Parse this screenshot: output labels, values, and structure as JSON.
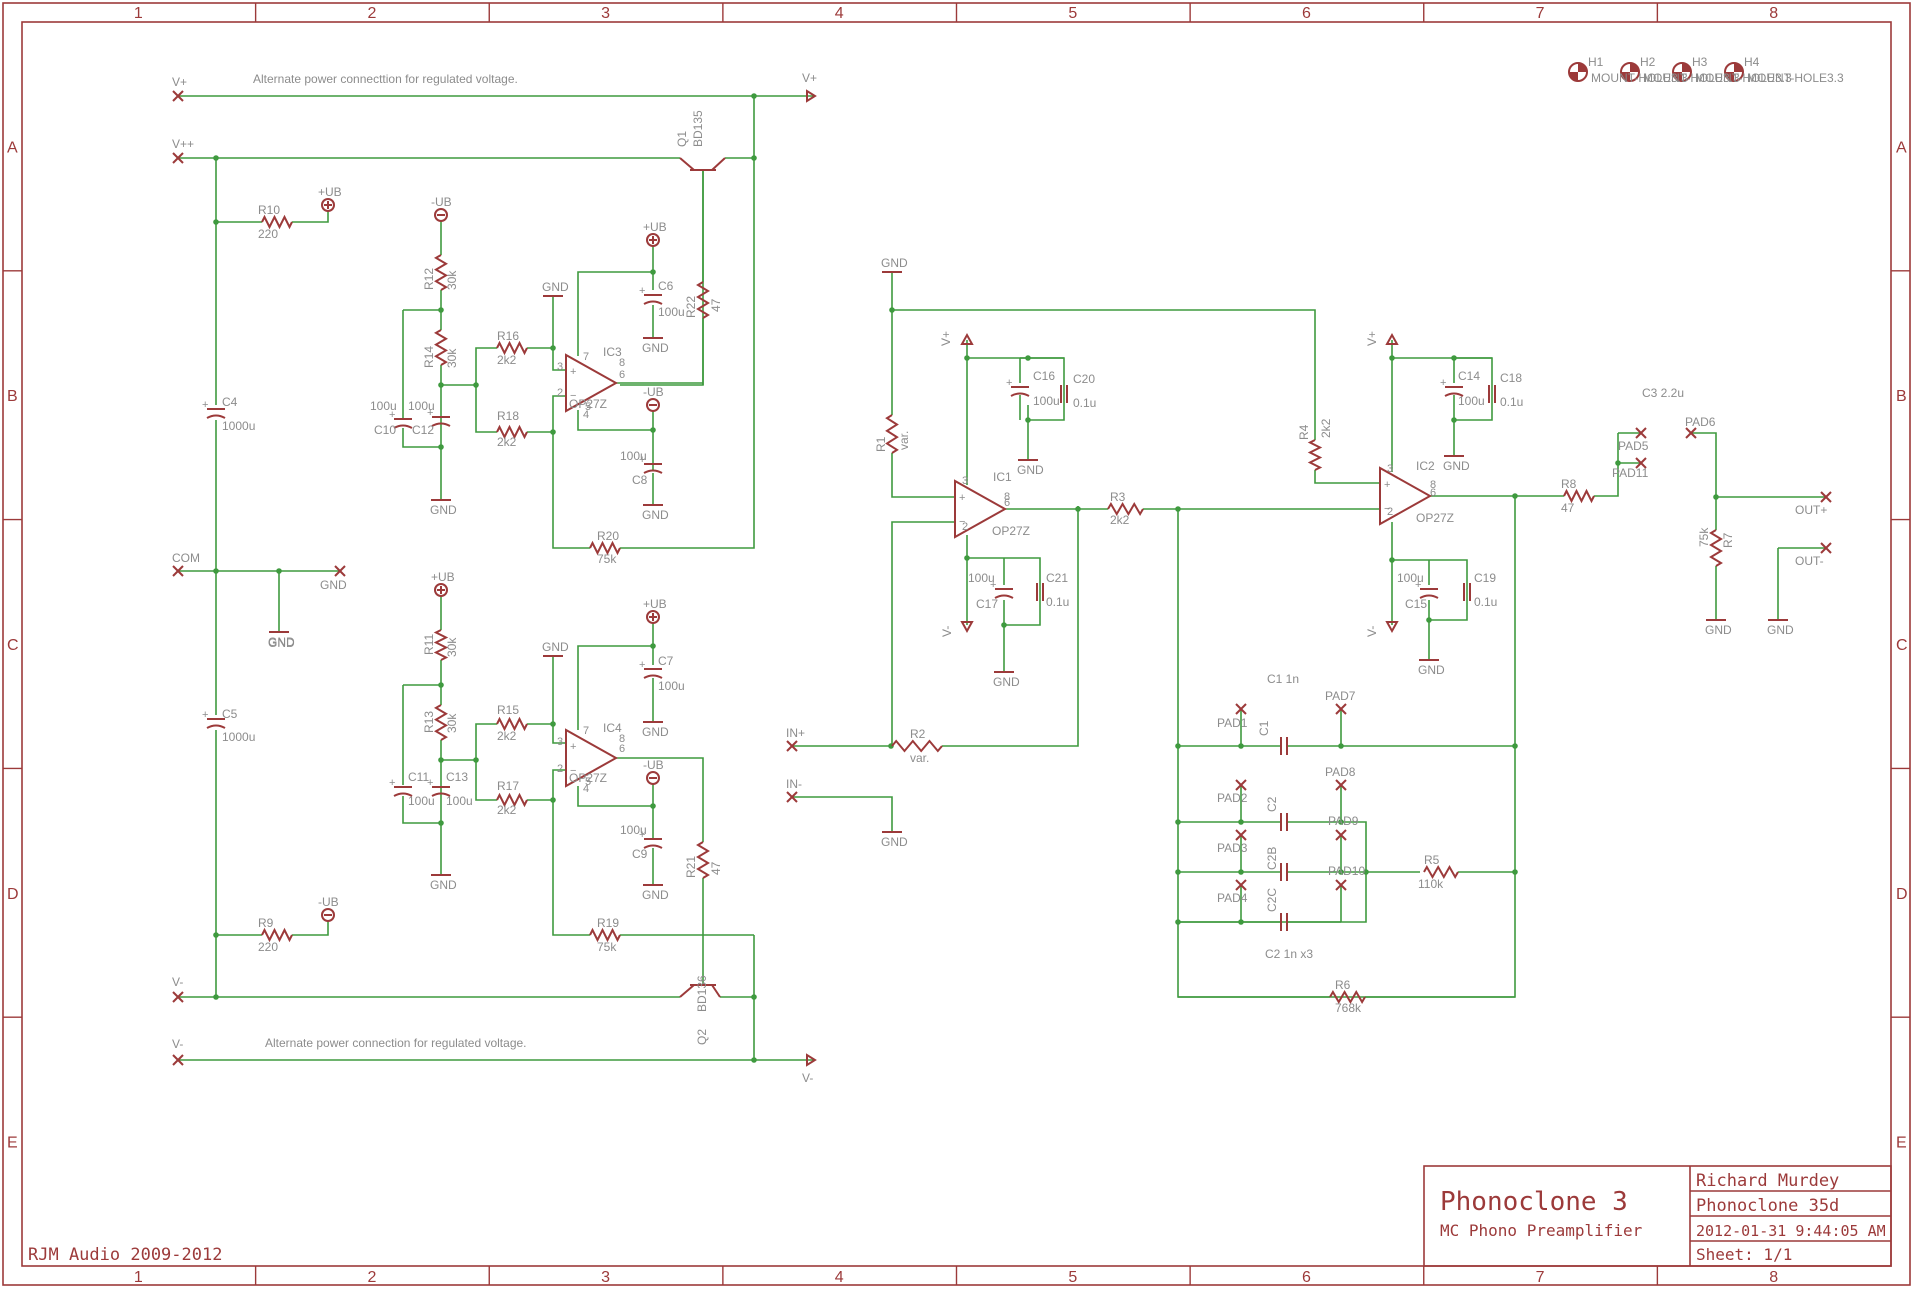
{
  "frame": {
    "columns": [
      "1",
      "2",
      "3",
      "4",
      "5",
      "6",
      "7",
      "8"
    ],
    "rows": [
      "A",
      "B",
      "C",
      "D",
      "E"
    ]
  },
  "colors": {
    "frame": "#9c3a3a",
    "wire": "#3f9a3f",
    "label": "#8c8c8c"
  },
  "power": {
    "v_plus": "V+",
    "v_pp": "V++",
    "com": "COM",
    "v_minus": "V-",
    "gnd": "GND",
    "ub_plus": "+UB",
    "ub_minus": "-UB",
    "note_top": "Alternate power connecttion for regulated voltage.",
    "note_bottom": "Alternate power connection for regulated voltage."
  },
  "transistors": {
    "q1": {
      "name": "Q1",
      "value": "BD135"
    },
    "q2": {
      "name": "Q2",
      "value": "BD136"
    }
  },
  "opamps": {
    "ic1": {
      "name": "IC1",
      "value": "OP27Z"
    },
    "ic2": {
      "name": "IC2",
      "value": "OP27Z"
    },
    "ic3": {
      "name": "IC3",
      "value": "OP27Z"
    },
    "ic4": {
      "name": "IC4",
      "value": "OP27Z"
    }
  },
  "resistors": {
    "r1": {
      "name": "R1",
      "value": "var."
    },
    "r2": {
      "name": "R2",
      "value": "var."
    },
    "r3": {
      "name": "R3",
      "value": "2k2"
    },
    "r4": {
      "name": "R4",
      "value": "2k2"
    },
    "r5": {
      "name": "R5",
      "value": "110k"
    },
    "r6": {
      "name": "R6",
      "value": "768k"
    },
    "r7": {
      "name": "R7",
      "value": "75k"
    },
    "r8": {
      "name": "R8",
      "value": "47"
    },
    "r9": {
      "name": "R9",
      "value": "220"
    },
    "r10": {
      "name": "R10",
      "value": "220"
    },
    "r11": {
      "name": "R11",
      "value": "30k"
    },
    "r12": {
      "name": "R12",
      "value": "30k"
    },
    "r13": {
      "name": "R13",
      "value": "30k"
    },
    "r14": {
      "name": "R14",
      "value": "30k"
    },
    "r15": {
      "name": "R15",
      "value": "2k2"
    },
    "r16": {
      "name": "R16",
      "value": "2k2"
    },
    "r17": {
      "name": "R17",
      "value": "2k2"
    },
    "r18": {
      "name": "R18",
      "value": "2k2"
    },
    "r19": {
      "name": "R19",
      "value": "75k"
    },
    "r20": {
      "name": "R20",
      "value": "75k"
    },
    "r21": {
      "name": "R21",
      "value": "47"
    },
    "r22": {
      "name": "R22",
      "value": "47"
    }
  },
  "capacitors": {
    "c1": {
      "name": "C1"
    },
    "c2": {
      "name": "C2"
    },
    "c2b": {
      "name": "C2B"
    },
    "c2c": {
      "name": "C2C"
    },
    "c4": {
      "name": "C4",
      "value": "1000u"
    },
    "c5": {
      "name": "C5",
      "value": "1000u"
    },
    "c6": {
      "name": "C6",
      "value": "100u"
    },
    "c7": {
      "name": "C7",
      "value": "100u"
    },
    "c8": {
      "name": "C8",
      "value": "100u"
    },
    "c9": {
      "name": "C9",
      "value": "100u"
    },
    "c10": {
      "name": "C10",
      "value": "100u"
    },
    "c11": {
      "name": "C11",
      "value": "100u"
    },
    "c12": {
      "name": "C12",
      "value": "100u"
    },
    "c13": {
      "name": "C13",
      "value": "100u"
    },
    "c14": {
      "name": "C14",
      "value": "100u"
    },
    "c15": {
      "name": "C15",
      "value": "100u"
    },
    "c16": {
      "name": "C16",
      "value": "100u"
    },
    "c17": {
      "name": "C17",
      "value": "100u"
    },
    "c18": {
      "name": "C18",
      "value": "0.1u"
    },
    "c19": {
      "name": "C19",
      "value": "0.1u"
    },
    "c20": {
      "name": "C20",
      "value": "0.1u"
    },
    "c21": {
      "name": "C21",
      "value": "0.1u"
    }
  },
  "notes": {
    "c1": "C1 1n",
    "c2": "C2 1n x3",
    "c3": "C3 2.2u"
  },
  "pads": {
    "pad1": "PAD1",
    "pad2": "PAD2",
    "pad3": "PAD3",
    "pad4": "PAD4",
    "pad5": "PAD5",
    "pad6": "PAD6",
    "pad7": "PAD7",
    "pad8": "PAD8",
    "pad9": "PAD9",
    "pad10": "PAD10",
    "pad11": "PAD11"
  },
  "io": {
    "in_plus": "IN+",
    "in_minus": "IN-",
    "out_plus": "OUT+",
    "out_minus": "OUT-"
  },
  "holes": {
    "names": [
      "H1",
      "H2",
      "H3",
      "H4"
    ],
    "text": "MOUNT-HOLE3.3"
  },
  "pins": {
    "p1": "1",
    "p2": "2",
    "p3": "3",
    "p4": "4",
    "p5": "5",
    "p6": "6",
    "p7": "7",
    "p8": "8"
  },
  "title_block": {
    "title": "Phonoclone 3",
    "subtitle": "MC Phono Preamplifier",
    "author": "Richard Murdey",
    "file": "Phonoclone 35d",
    "date": "2012-01-31 9:44:05 AM",
    "sheet": "Sheet: 1/1"
  },
  "copyright": "RJM Audio 2009-2012"
}
